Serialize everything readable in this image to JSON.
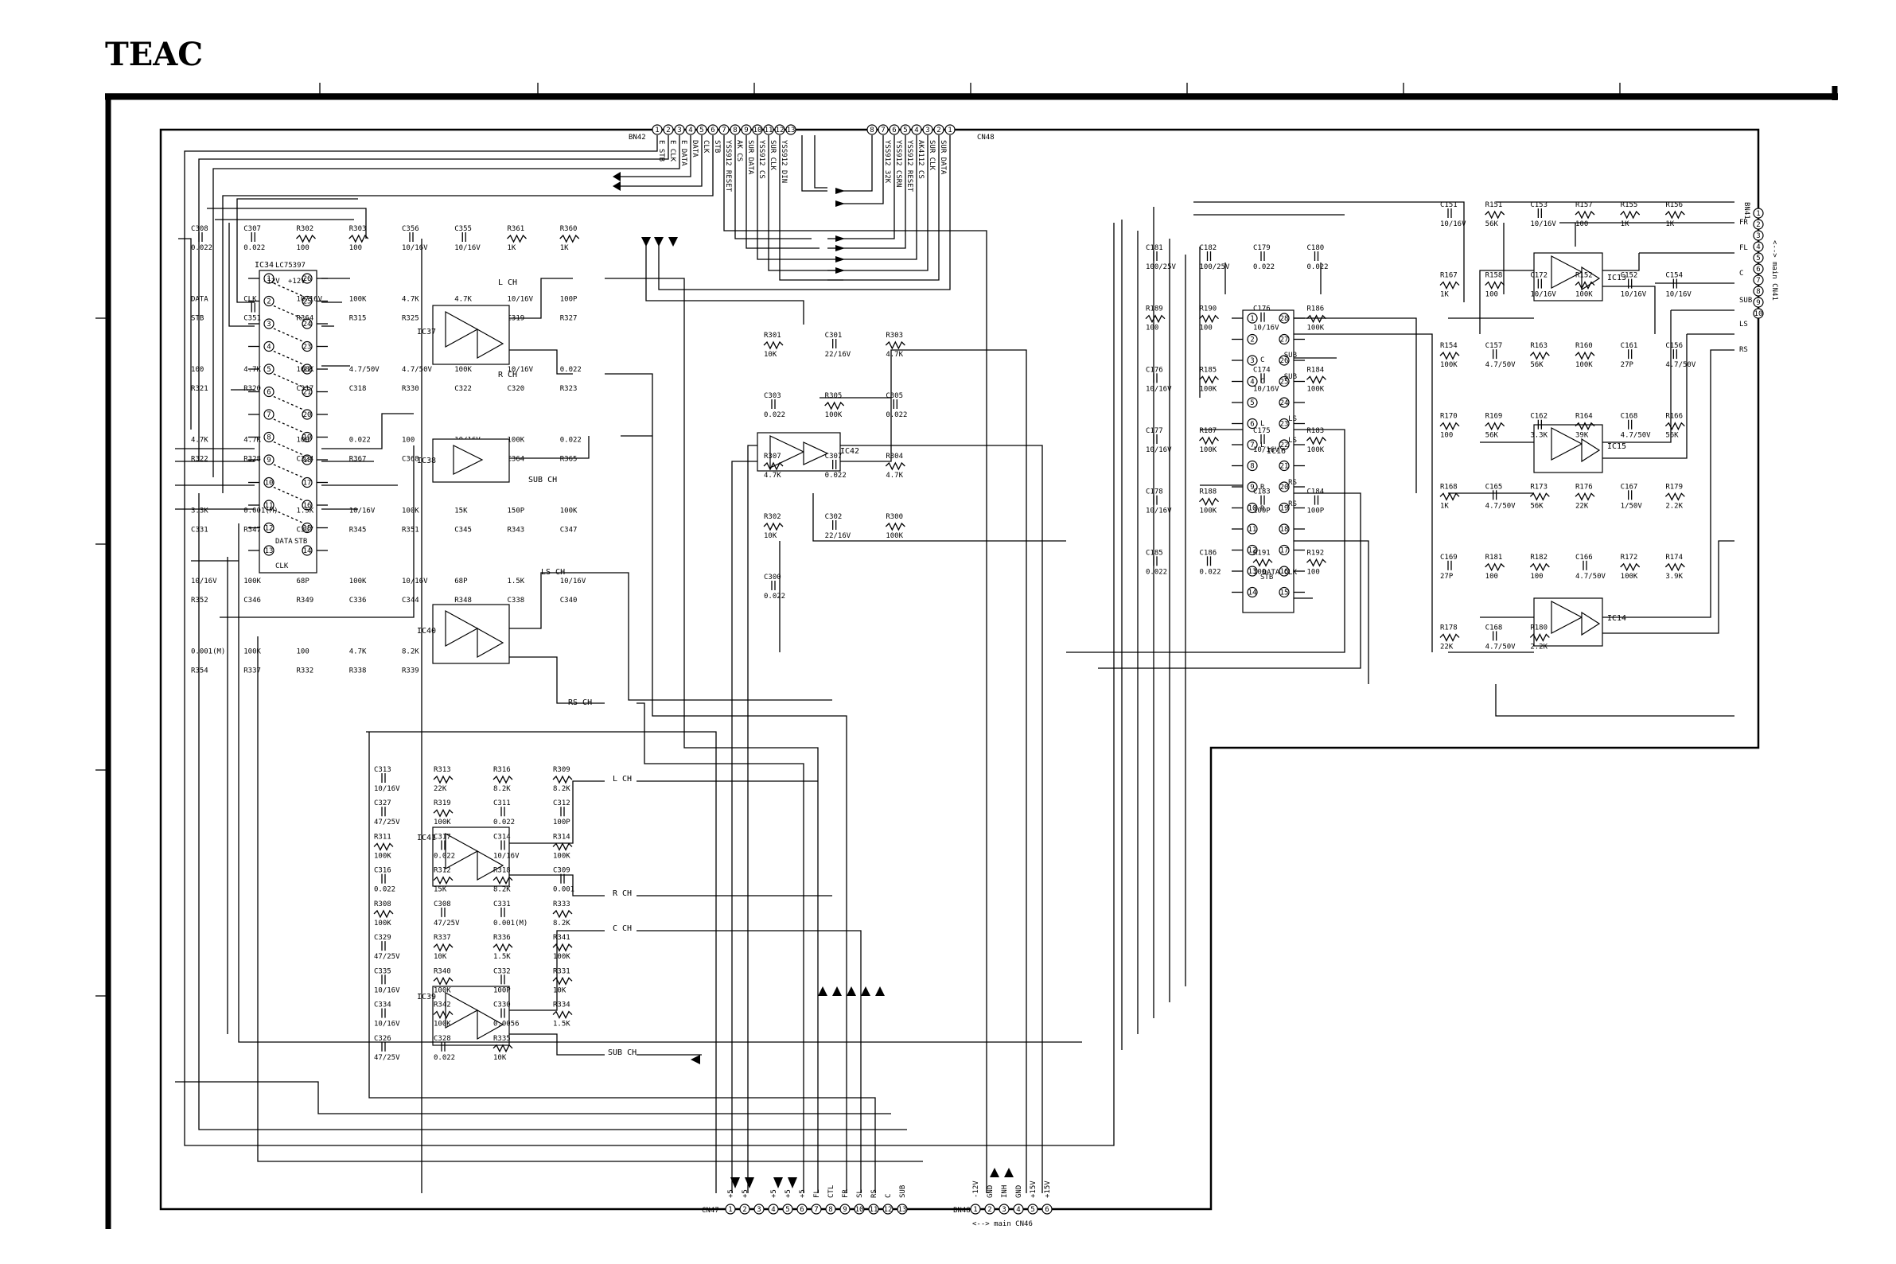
{
  "brand": "TEAC",
  "connectors": {
    "cn42": {
      "ref": "BN42",
      "pins": [
        "1",
        "2",
        "3",
        "4",
        "5",
        "6",
        "7",
        "8",
        "9",
        "10",
        "11",
        "12",
        "13"
      ],
      "signals": [
        "E STB",
        "E CLK",
        "E DATA",
        "DATA",
        "CLK",
        "STB",
        "YSS912 RESET",
        "AK CS",
        "SUR DATA",
        "YSS912 CS",
        "SUR CLK",
        "YSS912 DIN",
        ""
      ]
    },
    "cn48": {
      "ref": "CN48",
      "pins": [
        "8",
        "7",
        "6",
        "5",
        "4",
        "3",
        "2",
        "1"
      ],
      "signals": [
        "",
        "YSS912 32K",
        "YSS912 CSRN",
        "YSS912 RESET",
        "AK4112 CS",
        "SUR CLK",
        "SUR DATA",
        ""
      ]
    },
    "cn47": {
      "ref": "CN47",
      "pins": [
        "1",
        "2",
        "3",
        "4",
        "5",
        "6",
        "7",
        "8",
        "9",
        "10",
        "11",
        "12",
        "13"
      ],
      "signals": [
        "+5",
        "+5",
        "",
        "+5",
        "+5",
        "+5",
        "FL",
        "CTL",
        "FR",
        "SL",
        "RS",
        "C",
        "SUB"
      ]
    },
    "bn48": {
      "ref": "BN48",
      "pins": [
        "1",
        "2",
        "3",
        "4",
        "5",
        "6"
      ],
      "signals": [
        "-12V",
        "GND",
        "INH",
        "GND",
        "+15V",
        "+15V"
      ],
      "note": "<--> main CN46"
    },
    "bn41": {
      "ref": "BN41",
      "pins": [
        "1",
        "2",
        "3",
        "4",
        "5",
        "6",
        "7",
        "8",
        "9",
        "10"
      ],
      "signals": [
        "FR",
        "FL",
        "C",
        "SUB",
        "LS",
        "RS"
      ],
      "note": "<--> main CN41"
    }
  },
  "ic_left": {
    "ref": "IC34",
    "part": "LC75397",
    "pins_left": [
      "1",
      "2",
      "3",
      "4",
      "5",
      "6",
      "7",
      "8",
      "9",
      "10",
      "11",
      "12",
      "13"
    ],
    "pins_right": [
      "26",
      "25",
      "24",
      "23",
      "22",
      "21",
      "20",
      "19",
      "18",
      "17",
      "16",
      "15",
      "14"
    ],
    "pin_labels": [
      "DATA",
      "STB",
      "CLK",
      "-12V",
      "+12V"
    ]
  },
  "ic_right": {
    "ref": "IC16",
    "pins_left": [
      "1",
      "2",
      "3",
      "4",
      "5",
      "6",
      "7",
      "8",
      "9",
      "10",
      "11",
      "12",
      "13",
      "14"
    ],
    "pins_right": [
      "28",
      "27",
      "26",
      "25",
      "24",
      "23",
      "22",
      "21",
      "20",
      "19",
      "18",
      "17",
      "16",
      "15"
    ],
    "pin_labels_left": [
      "C",
      "C",
      "L",
      "L",
      "R",
      "R",
      "STB"
    ],
    "pin_labels_right": [
      "SUB",
      "SUB",
      "LS",
      "LS",
      "RS",
      "RS",
      "DATA CLK"
    ]
  },
  "opamps": [
    {
      "ref": "IC37",
      "label": "L CH",
      "label2": "R CH"
    },
    {
      "ref": "IC38",
      "label": "SUB CH",
      "label2": ""
    },
    {
      "ref": "IC40",
      "label": "LS CH",
      "label2": "RS CH"
    },
    {
      "ref": "IC42",
      "label": "",
      "label2": ""
    },
    {
      "ref": "IC41",
      "label": "L CH",
      "label2": "R CH"
    },
    {
      "ref": "IC39",
      "label": "C CH",
      "label2": "SUB CH"
    },
    {
      "ref": "IC13",
      "label": "",
      "label2": ""
    },
    {
      "ref": "IC15",
      "label": "",
      "label2": ""
    },
    {
      "ref": "IC14",
      "label": "",
      "label2": ""
    }
  ],
  "parts": {
    "left_top": [
      "C308",
      "0.022",
      "C307",
      "0.022",
      "R302",
      "100",
      "R303",
      "100",
      "C356",
      "10/16V",
      "C355",
      "10/16V",
      "R361",
      "1K",
      "R360",
      "1K",
      "DATA",
      "STB",
      "CLK",
      "C351",
      "10/16V",
      "R364",
      "100K",
      "R315",
      "4.7K",
      "R325",
      "4.7K",
      "C321",
      "10/16V",
      "C319",
      "100P",
      "R327",
      "100",
      "R321",
      "4.7K",
      "R320",
      "100K",
      "C317",
      "4.7/50V",
      "C318",
      "4.7/50V",
      "R330",
      "100K",
      "C322",
      "10/16V",
      "C320",
      "0.022",
      "R323",
      "4.7K",
      "R322",
      "4.7K",
      "R328",
      "100",
      "C324",
      "0.022",
      "R367",
      "100",
      "C368",
      "10/16V",
      "R366",
      "100K",
      "C364",
      "0.022",
      "R365",
      "3.3K",
      "C331",
      "0.001(M)",
      "R347",
      "1.5K",
      "C337",
      "10/16V",
      "R345",
      "100K",
      "R351",
      "15K",
      "C345",
      "150P",
      "R343",
      "100K",
      "C347",
      "10/16V",
      "R352",
      "100K",
      "C346",
      "68P",
      "R349",
      "100K",
      "C336",
      "10/16V",
      "C344",
      "68P",
      "R348",
      "1.5K",
      "C338",
      "10/16V",
      "C340",
      "0.001(M)",
      "R354",
      "100K",
      "R337",
      "100",
      "R332",
      "4.7K",
      "R338",
      "8.2K",
      "R339",
      "8.2K"
    ],
    "left_bottom": [
      "C313",
      "10/16V",
      "R313",
      "22K",
      "R316",
      "8.2K",
      "R309",
      "8.2K",
      "C327",
      "47/25V",
      "R319",
      "100K",
      "C311",
      "0.022",
      "C312",
      "100P",
      "R311",
      "100K",
      "C317",
      "0.022",
      "C314",
      "10/16V",
      "R314",
      "100K",
      "C316",
      "0.022",
      "R312",
      "15K",
      "R318",
      "8.2K",
      "C309",
      "0.001",
      "R308",
      "100K",
      "C308",
      "47/25V",
      "C331",
      "0.001(M)",
      "R333",
      "8.2K",
      "C329",
      "47/25V",
      "R337",
      "10K",
      "R336",
      "1.5K",
      "R341",
      "100K",
      "C335",
      "10/16V",
      "R340",
      "100K",
      "C332",
      "100P",
      "R331",
      "10K",
      "C334",
      "10/16V",
      "R342",
      "100K",
      "C330",
      "0.0056",
      "R334",
      "1.5K",
      "C326",
      "47/25V",
      "C328",
      "0.022",
      "R335",
      "10K"
    ],
    "middle": [
      "R301",
      "10K",
      "C301",
      "22/16V",
      "R303",
      "4.7K",
      "C303",
      "0.022",
      "R305",
      "100K",
      "C305",
      "0.022",
      "R307",
      "4.7K",
      "C307",
      "0.022",
      "R304",
      "4.7K",
      "R302",
      "10K",
      "C302",
      "22/16V",
      "R300",
      "100K",
      "C300",
      "0.022"
    ],
    "ic16_area": [
      "C181",
      "100/25V",
      "C182",
      "100/25V",
      "C179",
      "0.022",
      "C180",
      "0.022",
      "R189",
      "100",
      "R190",
      "100",
      "C176",
      "10/16V",
      "R186",
      "100K",
      "C176",
      "10/16V",
      "R185",
      "100K",
      "C174",
      "10/16V",
      "R184",
      "100K",
      "C177",
      "10/16V",
      "R187",
      "100K",
      "C175",
      "10/16V",
      "R183",
      "100K",
      "C178",
      "10/16V",
      "R188",
      "100K",
      "C183",
      "100P",
      "C184",
      "100P",
      "C185",
      "0.022",
      "C186",
      "0.022",
      "R191",
      "100",
      "R192",
      "100"
    ],
    "right": [
      "C151",
      "10/16V",
      "R151",
      "56K",
      "C153",
      "10/16V",
      "R157",
      "100",
      "R155",
      "1K",
      "R156",
      "1K",
      "R167",
      "1K",
      "R158",
      "100",
      "C172",
      "10/16V",
      "R152",
      "100K",
      "C152",
      "10/16V",
      "C154",
      "10/16V",
      "R154",
      "100K",
      "C157",
      "4.7/50V",
      "R163",
      "56K",
      "R160",
      "100K",
      "C161",
      "27P",
      "C156",
      "4.7/50V",
      "R170",
      "100",
      "R169",
      "56K",
      "C162",
      "3.3K",
      "R164",
      "39K",
      "C168",
      "4.7/50V",
      "R166",
      "56K",
      "R168",
      "1K",
      "C165",
      "4.7/50V",
      "R173",
      "56K",
      "R176",
      "22K",
      "C167",
      "1/50V",
      "R179",
      "2.2K",
      "C169",
      "27P",
      "R181",
      "100",
      "R182",
      "100",
      "C166",
      "4.7/50V",
      "R172",
      "100K",
      "R174",
      "3.9K",
      "R178",
      "22K",
      "C168",
      "4.7/50V",
      "R180",
      "2.2K"
    ]
  }
}
